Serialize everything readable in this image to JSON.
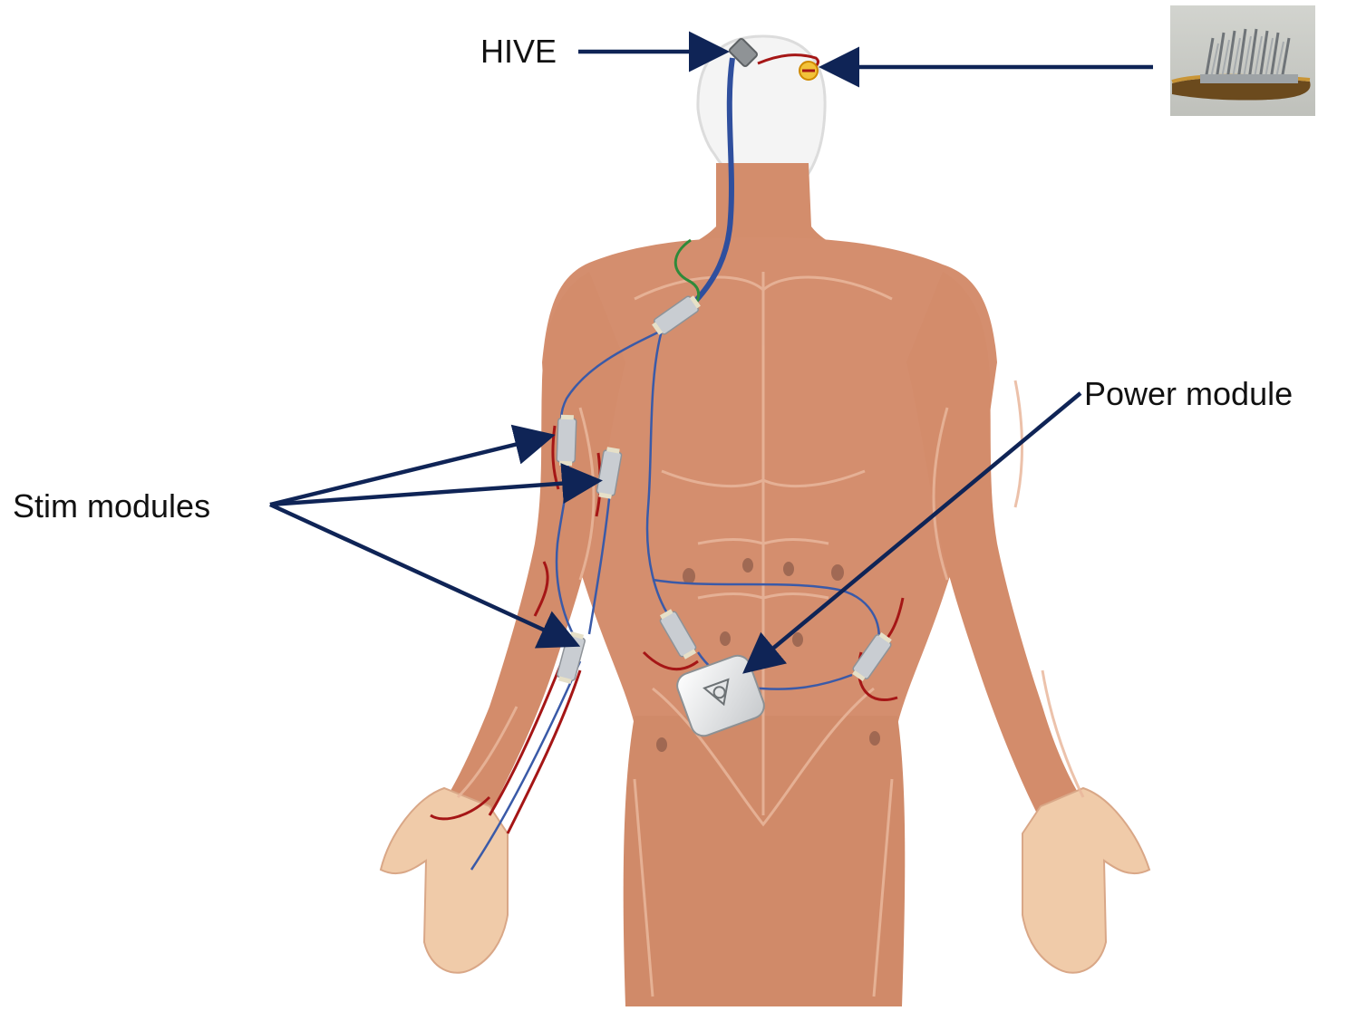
{
  "labels": {
    "hive": "HIVE",
    "stim_modules": "Stim modules",
    "power_module": "Power module"
  },
  "colors": {
    "arrow": "#0f2456",
    "skin": "#d48e6e",
    "muscle_line": "#e9b79c",
    "nerve_red": "#a51616",
    "wire_blue": "#2f4f9e",
    "module_gray": "#c9cdd2",
    "electrode_yellow": "#f2c23a"
  },
  "icons": {
    "electrode_array_photo": "microelectrode-array-photo",
    "hive_device": "hive-device-icon",
    "electrode": "electrode-icon",
    "power_module": "power-module-icon",
    "stim_module": "stim-module-icon"
  }
}
